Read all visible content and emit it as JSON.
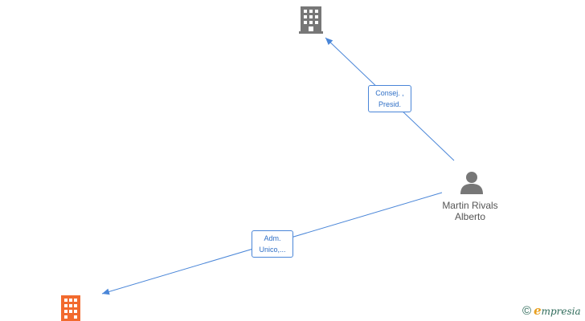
{
  "nodes": {
    "company_top": {
      "kind": "company",
      "icon": "building-icon",
      "color": "#777777"
    },
    "company_bottom": {
      "kind": "company",
      "icon": "building-icon",
      "color": "#f26a2e"
    },
    "person": {
      "kind": "person",
      "icon": "person-icon",
      "color": "#777777",
      "name_line1": "Martin Rivals",
      "name_line2": "Alberto"
    }
  },
  "edges": [
    {
      "from": "person",
      "to": "company_top",
      "label_line1": "Consej. ,",
      "label_line2": "Presid."
    },
    {
      "from": "person",
      "to": "company_bottom",
      "label_line1": "Adm.",
      "label_line2": "Unico,..."
    }
  ],
  "edge_color": "#4a86d8",
  "footer": {
    "copyright_symbol": "©",
    "brand_first": "e",
    "brand_rest": "mpresia"
  }
}
